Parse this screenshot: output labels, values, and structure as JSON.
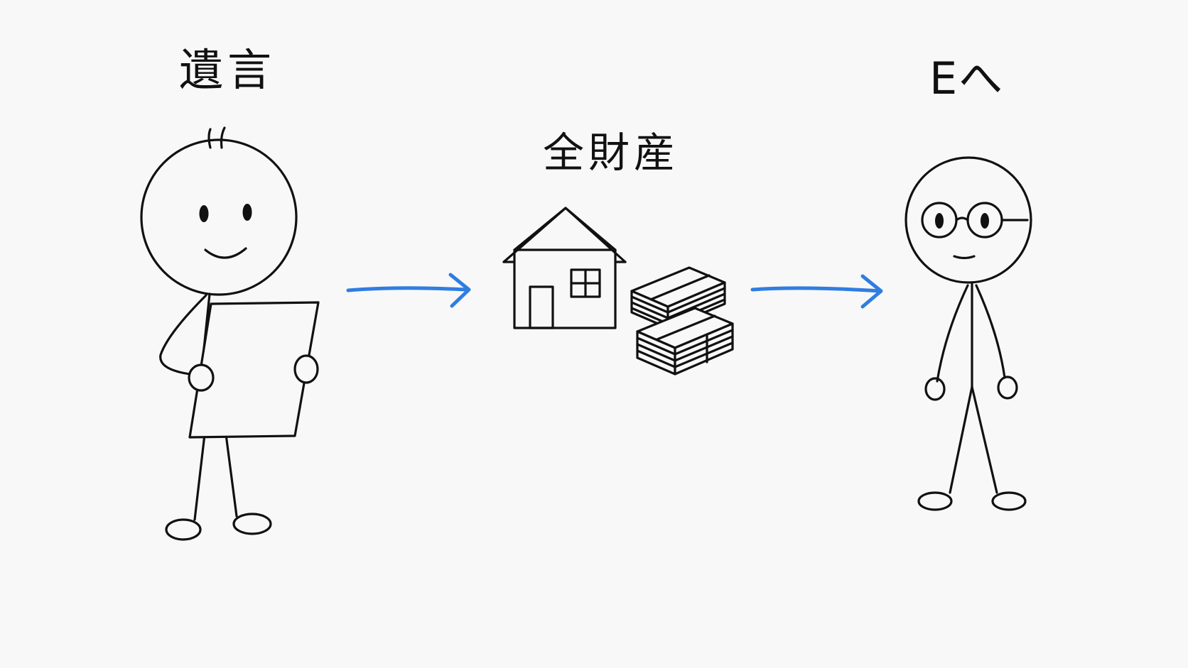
{
  "labels": {
    "will": "遺言",
    "all_assets": "全財産",
    "to_e": "Eへ"
  },
  "colors": {
    "background": "#f8f8f8",
    "ink": "#111111",
    "arrow": "#2f7de1"
  },
  "icons": [
    "testator-figure",
    "will-document",
    "house-icon",
    "money-stack-icon",
    "person-e-figure",
    "arrow-right"
  ]
}
